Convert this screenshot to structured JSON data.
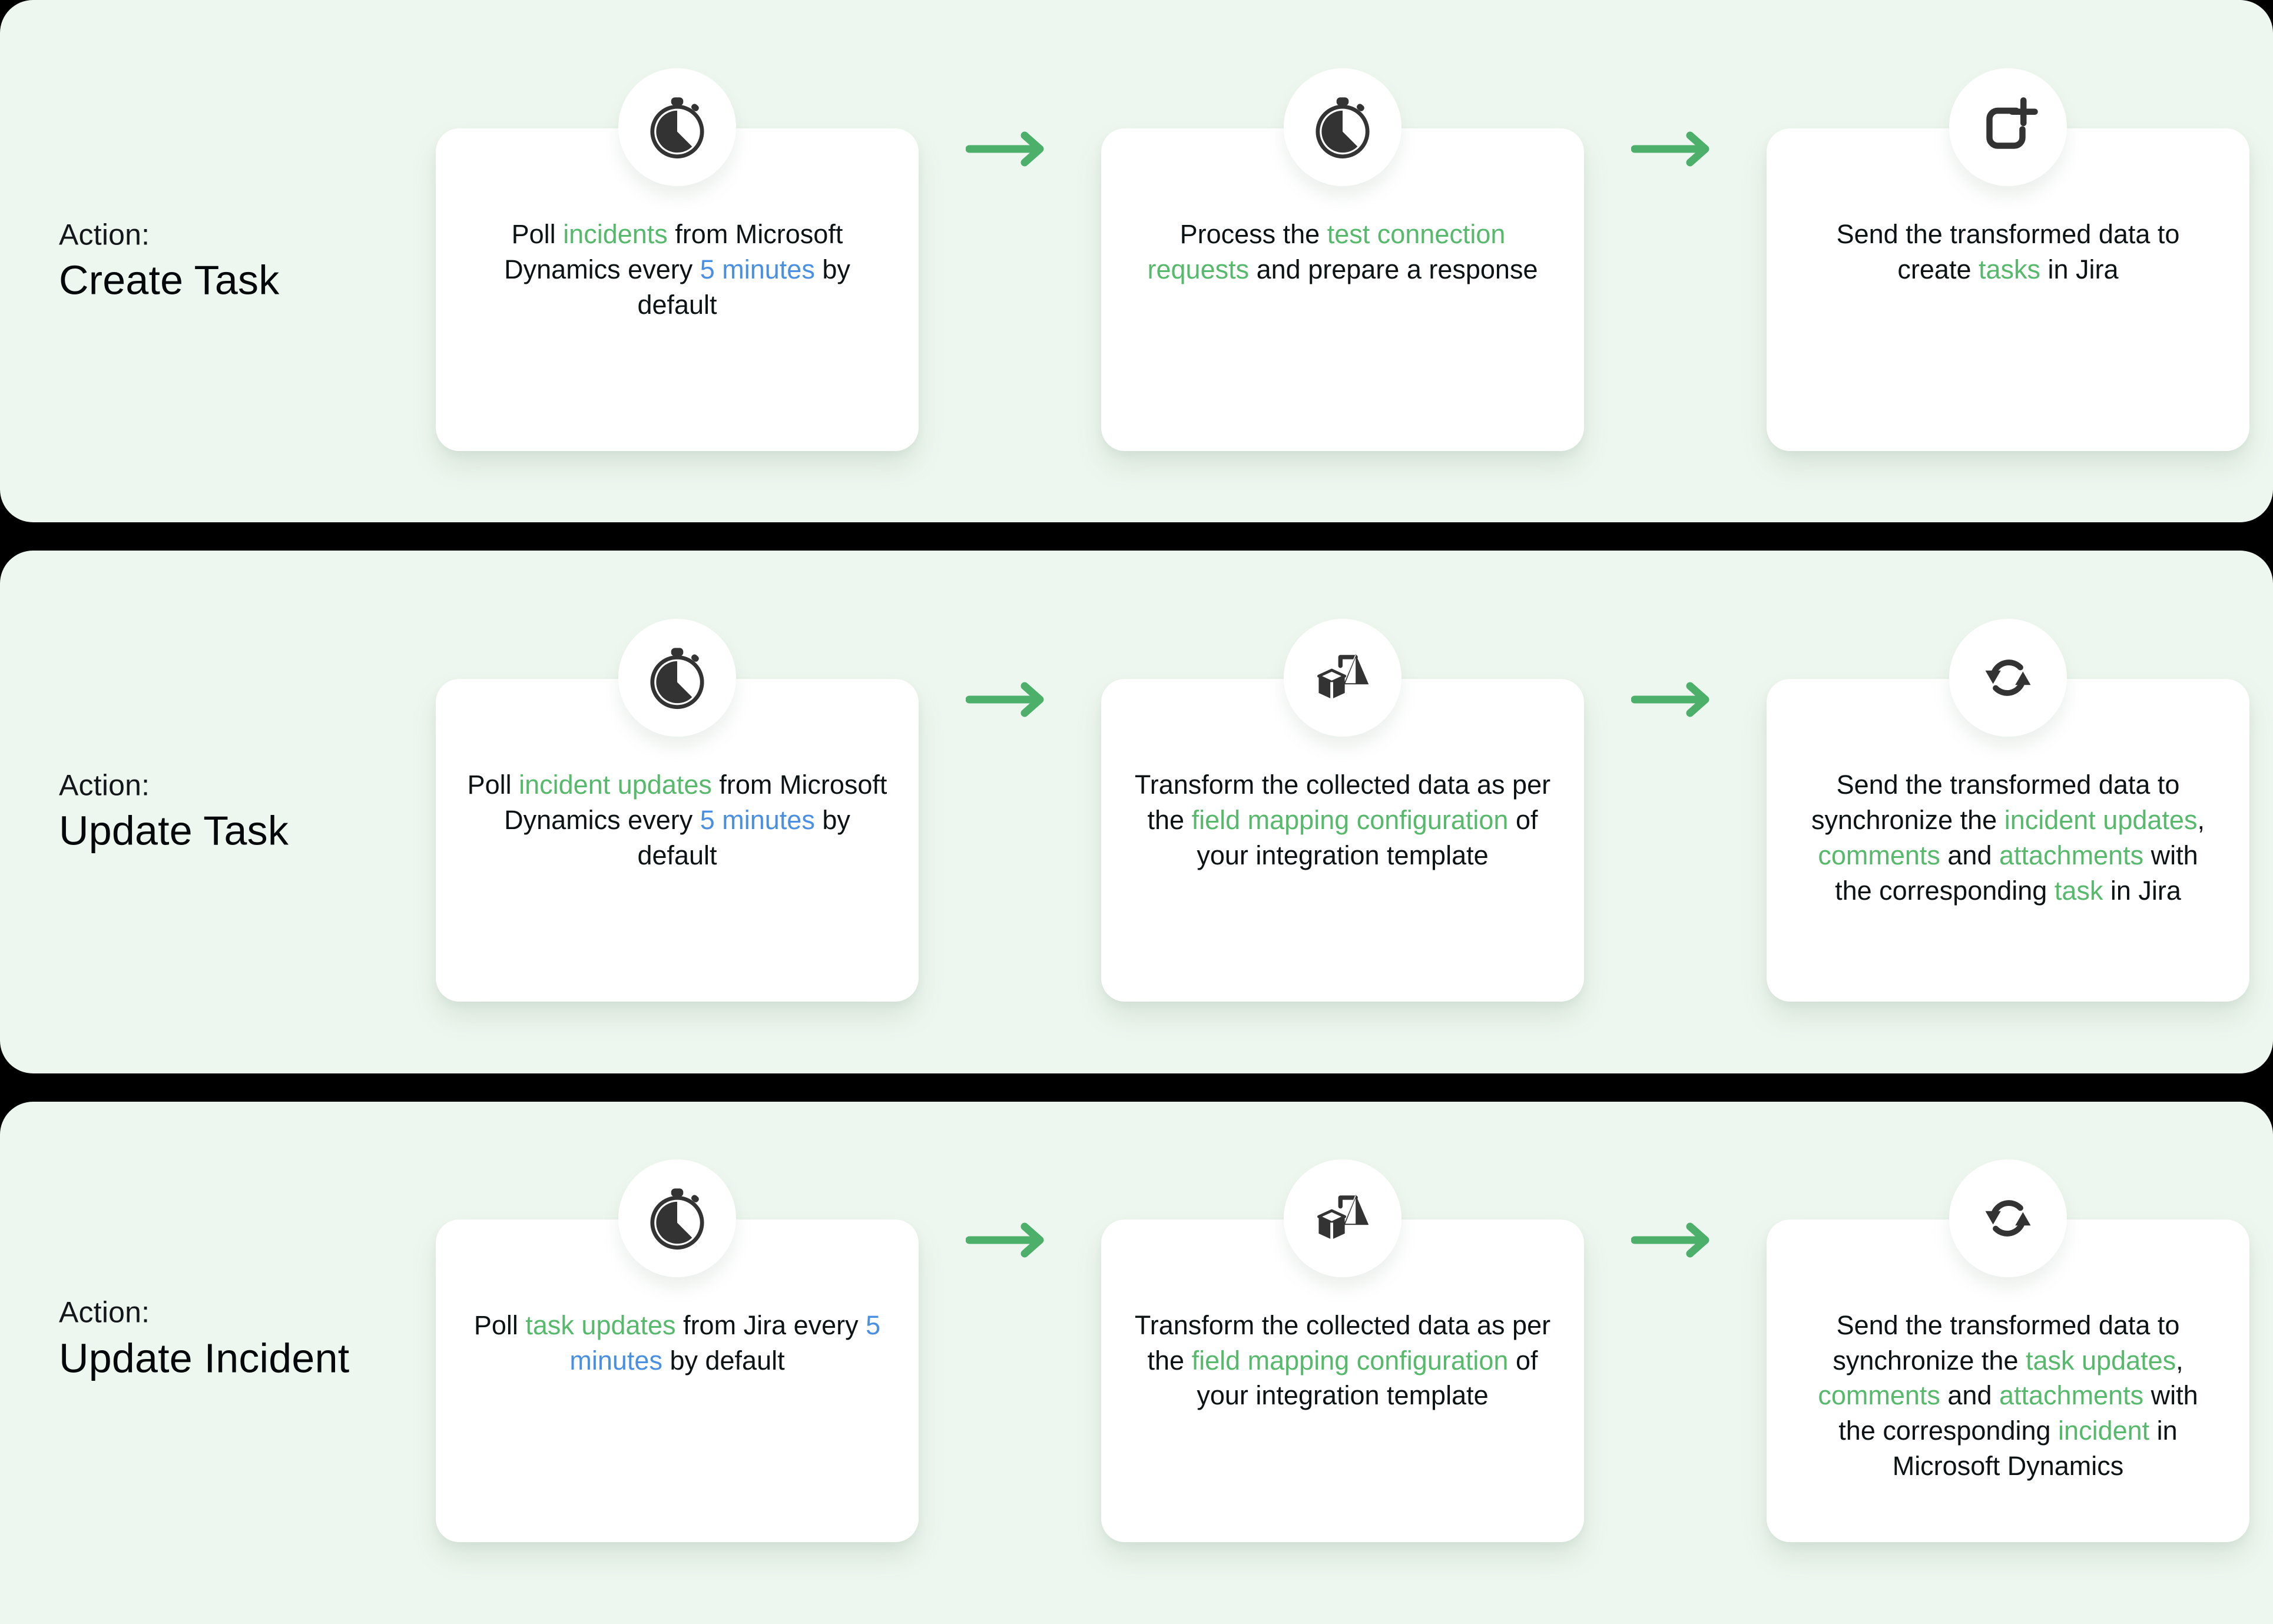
{
  "colors": {
    "panel_bg": "#EEF7EF",
    "card_bg": "#FFFFFF",
    "gap": "#000000",
    "accent_green": "#56B96B",
    "accent_blue": "#4A90E2",
    "arrow_green": "#4CAF6A",
    "text": "#0d1214"
  },
  "rows": [
    {
      "kicker": "Action:",
      "name": "Create Task",
      "steps": [
        {
          "icon": "stopwatch-icon",
          "height": "tall",
          "segments": [
            {
              "t": "Poll ",
              "c": "plain"
            },
            {
              "t": "incidents",
              "c": "green"
            },
            {
              "t": " from Microsoft Dynamics every ",
              "c": "plain"
            },
            {
              "t": "5 minutes",
              "c": "blue"
            },
            {
              "t": " by default",
              "c": "plain"
            }
          ]
        },
        {
          "icon": "stopwatch-icon",
          "height": "tall",
          "segments": [
            {
              "t": "Process the ",
              "c": "plain"
            },
            {
              "t": "test connection requests",
              "c": "green"
            },
            {
              "t": " and prepare a response",
              "c": "plain"
            }
          ]
        },
        {
          "icon": "create-task-icon",
          "height": "tall",
          "segments": [
            {
              "t": "Send the transformed data to create ",
              "c": "plain"
            },
            {
              "t": "tasks",
              "c": "green"
            },
            {
              "t": " in Jira",
              "c": "plain"
            }
          ]
        }
      ]
    },
    {
      "kicker": "Action:",
      "name": "Update Task",
      "steps": [
        {
          "icon": "stopwatch-icon",
          "height": "tall",
          "segments": [
            {
              "t": "Poll ",
              "c": "plain"
            },
            {
              "t": "incident updates",
              "c": "green"
            },
            {
              "t": " from Microsoft Dynamics every ",
              "c": "plain"
            },
            {
              "t": "5 minutes",
              "c": "blue"
            },
            {
              "t": " by default",
              "c": "plain"
            }
          ]
        },
        {
          "icon": "transform-icon",
          "height": "tall",
          "segments": [
            {
              "t": "Transform the collected data as per the ",
              "c": "plain"
            },
            {
              "t": "field mapping configuration",
              "c": "green"
            },
            {
              "t": " of your integration template",
              "c": "plain"
            }
          ]
        },
        {
          "icon": "sync-icon",
          "height": "tall",
          "segments": [
            {
              "t": "Send the transformed data to synchronize the ",
              "c": "plain"
            },
            {
              "t": "incident updates",
              "c": "green"
            },
            {
              "t": ", ",
              "c": "plain"
            },
            {
              "t": "comments",
              "c": "green"
            },
            {
              "t": " and ",
              "c": "plain"
            },
            {
              "t": "attachments",
              "c": "green"
            },
            {
              "t": " with the corresponding ",
              "c": "plain"
            },
            {
              "t": "task",
              "c": "green"
            },
            {
              "t": " in Jira",
              "c": "plain"
            }
          ]
        }
      ]
    },
    {
      "kicker": "Action:",
      "name": "Update Incident",
      "steps": [
        {
          "icon": "stopwatch-icon",
          "height": "tall",
          "segments": [
            {
              "t": "Poll ",
              "c": "plain"
            },
            {
              "t": "task updates",
              "c": "green"
            },
            {
              "t": " from Jira every ",
              "c": "plain"
            },
            {
              "t": "5 minutes",
              "c": "blue"
            },
            {
              "t": " by default",
              "c": "plain"
            }
          ]
        },
        {
          "icon": "transform-icon",
          "height": "tall",
          "segments": [
            {
              "t": "Transform the collected data as per the ",
              "c": "plain"
            },
            {
              "t": "field mapping configuration",
              "c": "green"
            },
            {
              "t": " of your integration template",
              "c": "plain"
            }
          ]
        },
        {
          "icon": "sync-icon",
          "height": "tall",
          "segments": [
            {
              "t": "Send the transformed data to synchronize the ",
              "c": "plain"
            },
            {
              "t": "task updates",
              "c": "green"
            },
            {
              "t": ", ",
              "c": "plain"
            },
            {
              "t": "comments",
              "c": "green"
            },
            {
              "t": " and ",
              "c": "plain"
            },
            {
              "t": "attachments",
              "c": "green"
            },
            {
              "t": " with the corresponding ",
              "c": "plain"
            },
            {
              "t": "incident",
              "c": "green"
            },
            {
              "t": " in Microsoft Dynamics",
              "c": "plain"
            }
          ]
        }
      ]
    }
  ]
}
